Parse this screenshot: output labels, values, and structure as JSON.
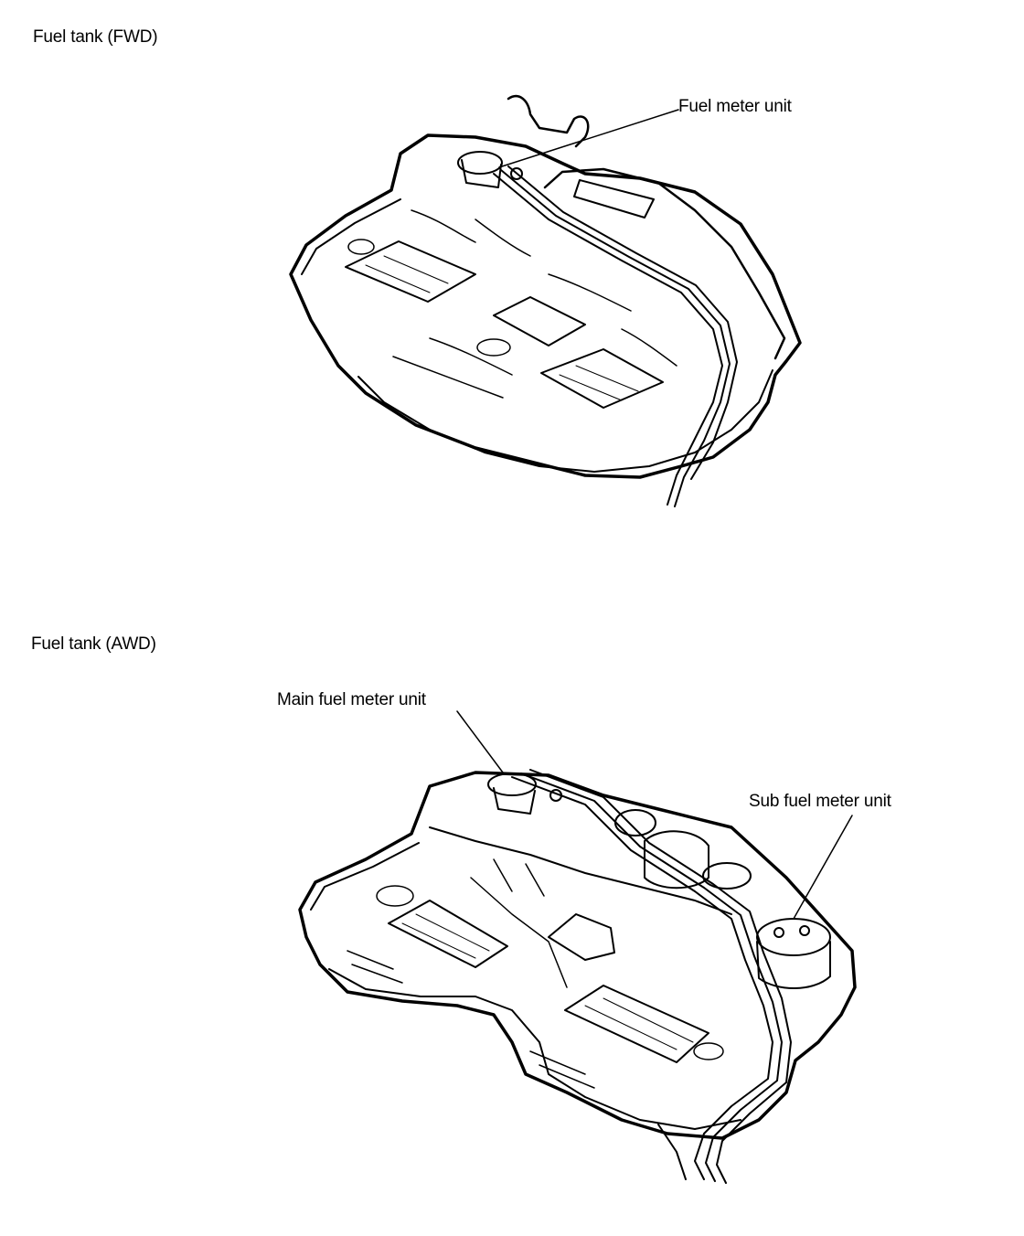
{
  "sections": [
    {
      "title": "Fuel tank (FWD)",
      "callouts": [
        "Fuel meter unit"
      ]
    },
    {
      "title": "Fuel tank (AWD)",
      "callouts": [
        "Main fuel meter unit",
        "Sub fuel meter unit"
      ]
    }
  ],
  "colors": {
    "ink": "#000000",
    "paper": "#ffffff"
  }
}
